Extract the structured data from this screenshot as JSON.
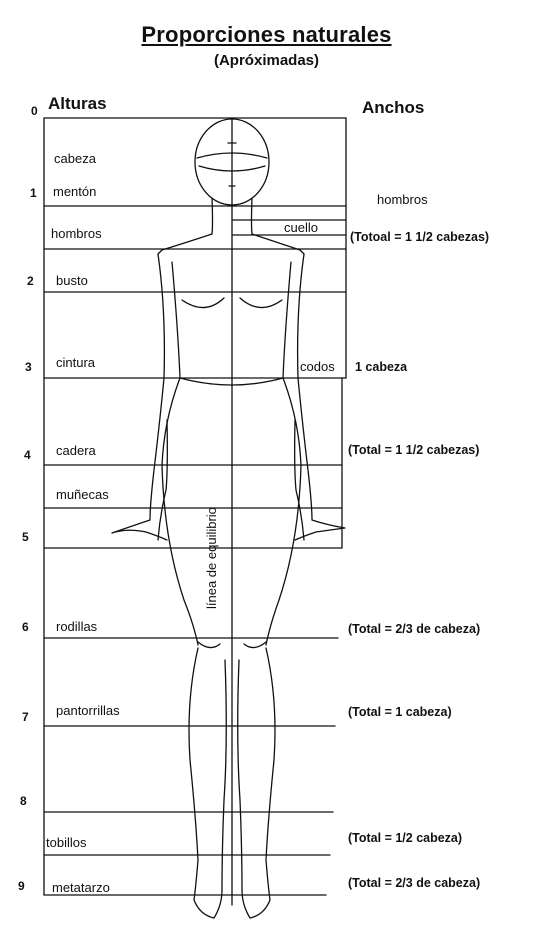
{
  "title": "Proporciones naturales",
  "subtitle": "(Apróximadas)",
  "headers": {
    "heights": "Alturas",
    "widths": "Anchos"
  },
  "scale_numbers": [
    "0",
    "1",
    "2",
    "3",
    "4",
    "5",
    "6",
    "7",
    "8",
    "9"
  ],
  "height_labels": [
    "cabeza",
    "mentón",
    "hombros",
    "busto",
    "cintura",
    "cadera",
    "muñecas",
    "rodillas",
    "pantorrillas",
    "tobillos",
    "metatarzo"
  ],
  "width_labels": {
    "cuello": "cuello",
    "codos": "codos",
    "hombros": "hombros",
    "hombros_total": "(Totoal = 1 1/2 cabezas)",
    "cintura_total": "1 cabeza",
    "cadera_total": "(Total = 1 1/2 cabezas)",
    "rodillas_total": "(Total = 2/3 de cabeza)",
    "pantorrillas_total": "(Total = 1 cabeza)",
    "tobillos_total": "(Total = 1/2 cabeza)",
    "metatarzo_total": "(Total = 2/3 de cabeza)"
  },
  "balance_line_label": "línea de equilibrio"
}
